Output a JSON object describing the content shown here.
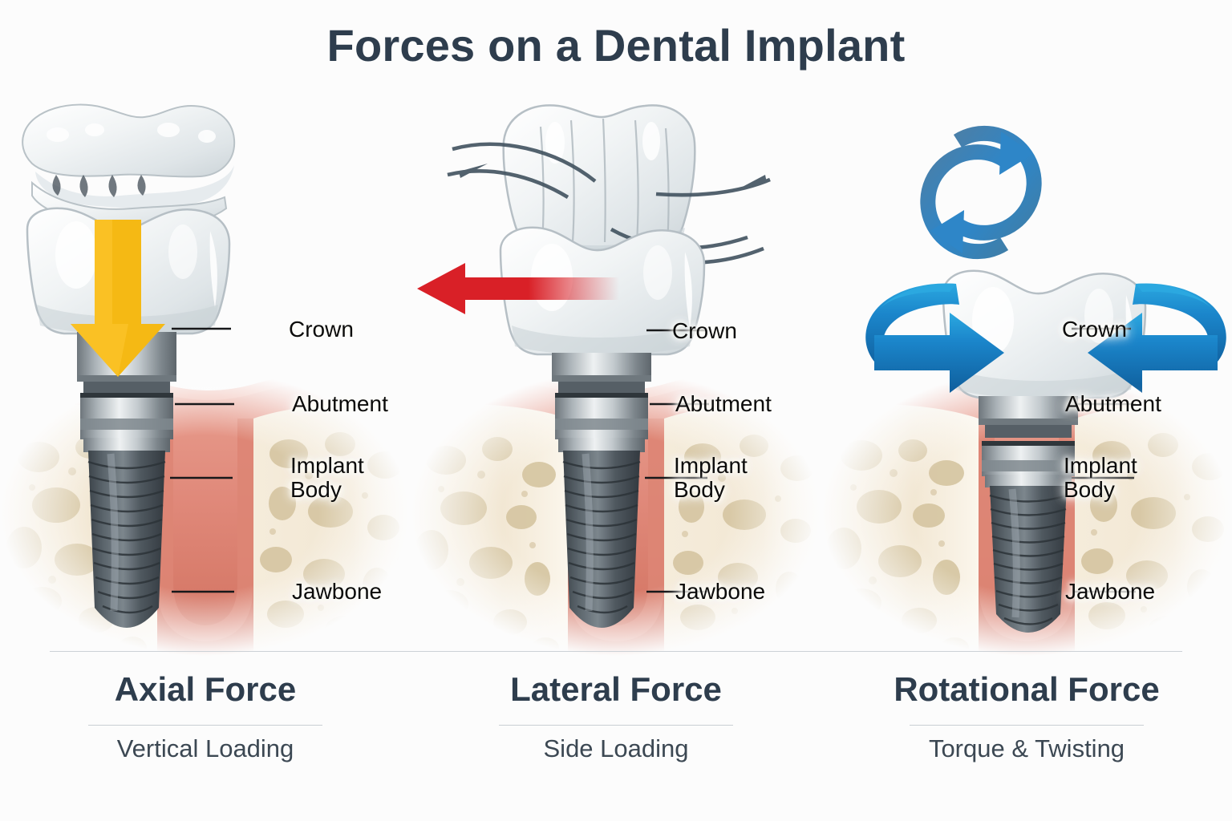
{
  "title": "Forces on a Dental Implant",
  "background_color": "#fcfcfc",
  "title_color": "#2e3d4d",
  "anatomy_labels": {
    "crown": "Crown",
    "abutment": "Abutment",
    "implant_body": "Implant\nBody",
    "jawbone": "Jawbone"
  },
  "palette": {
    "gum": "#e0897a",
    "gum_dark": "#cf6d5c",
    "bone": "#f3ead8",
    "bone_cavity": "#d6c6a2",
    "implant_metal": "#8d969c",
    "implant_screw": "#4c555c",
    "crown_white": "#f4f6f7",
    "axial_arrow": "#f5b914",
    "lateral_arrow": "#d92027",
    "rotational_arrow": "#1574b8",
    "rotational_arrow_light": "#2ba8e0",
    "rotational_icon": "#3f7ea8"
  },
  "panels": [
    {
      "id": "axial",
      "force_title": "Axial Force",
      "force_subtitle": "Vertical Loading",
      "arrow_icon": "down-arrow-icon",
      "arrow_color": "#f5b914",
      "has_opposing_tooth": true,
      "motion_lines": false,
      "labels": {
        "crown": "Crown",
        "abutment": "Abutment",
        "implant_body": "Implant\nBody",
        "jawbone": "Jawbone"
      }
    },
    {
      "id": "lateral",
      "force_title": "Lateral Force",
      "force_subtitle": "Side Loading",
      "arrow_icon": "left-arrow-icon",
      "arrow_color": "#d92027",
      "has_opposing_tooth": true,
      "motion_lines": true,
      "labels": {
        "crown": "Crown",
        "abutment": "Abutment",
        "implant_body": "Implant\nBody",
        "jawbone": "Jawbone"
      }
    },
    {
      "id": "rotational",
      "force_title": "Rotational Force",
      "force_subtitle": "Torque & Twisting",
      "arrow_icon": "circular-rotation-icon",
      "arrow_color": "#1574b8",
      "has_opposing_tooth": false,
      "motion_lines": false,
      "labels": {
        "crown": "Crown",
        "abutment": "Abutment",
        "implant_body": "Implant\nBody",
        "jawbone": "Jawbone"
      }
    }
  ]
}
